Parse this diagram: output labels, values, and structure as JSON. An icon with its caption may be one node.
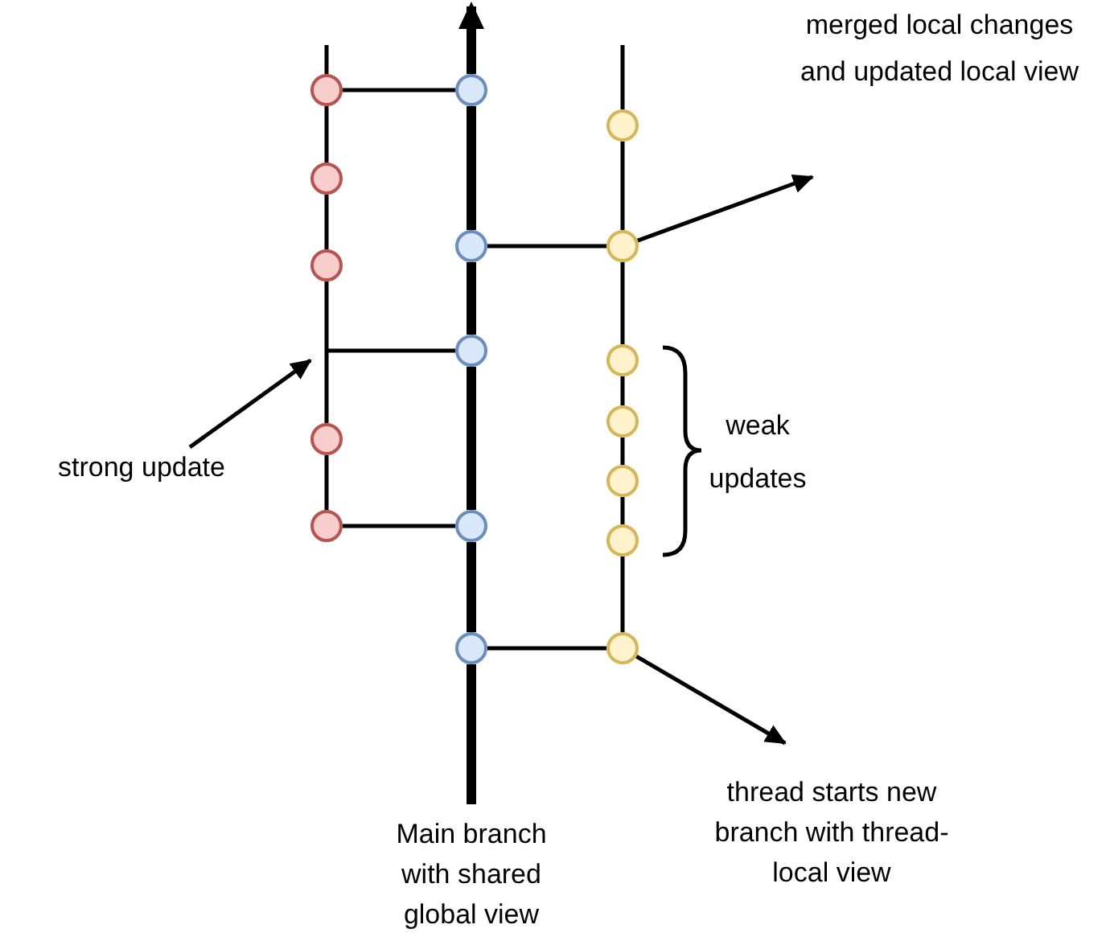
{
  "diagram": {
    "nodes": [
      {
        "text": [
          "merged local changes and updated local view"
        ]
      },
      {
        "text": [],
        "shape": "circle"
      },
      {
        "text": [],
        "shape": "circle"
      },
      {
        "text": [],
        "shape": "circle"
      },
      {
        "text": [],
        "shape": "circle"
      },
      {
        "text": [],
        "shape": "circle"
      },
      {
        "text": [],
        "shape": "circle"
      },
      {
        "text": [],
        "shape": "circle"
      },
      {
        "text": [],
        "shape": "circle"
      },
      {
        "text": [],
        "shape": "circle"
      },
      {
        "text": [],
        "shape": "circle"
      },
      {
        "text": [],
        "shape": "circle"
      },
      {
        "text": [],
        "shape": "circle"
      },
      {
        "text": [],
        "shape": "circle"
      },
      {
        "text": [],
        "shape": "circle"
      },
      {
        "text": [],
        "shape": "circle"
      },
      {
        "text": [],
        "shape": "circle"
      },
      {
        "text": [],
        "shape": "circle"
      },
      {
        "text": [
          "strong update"
        ]
      },
      {
        "text": [
          "thread starts new branch with thread-local view"
        ]
      },
      {
        "text": [
          "Main branch with shared global view"
        ]
      }
    ],
    "edges": [
      {
        "from": null,
        "to": 1,
        "arrow": "none"
      },
      {
        "from": 1,
        "to": 2,
        "arrow": "none"
      },
      {
        "from": 2,
        "to": 3,
        "arrow": "none"
      },
      {
        "from": 3,
        "to": 4,
        "arrow": "none"
      },
      {
        "from": 4,
        "to": 5,
        "arrow": "none"
      },
      {
        "from": 20,
        "to": 10,
        "arrow": "none",
        "style": "thick"
      },
      {
        "from": 10,
        "to": 9,
        "arrow": "none",
        "style": "thick"
      },
      {
        "from": 9,
        "to": 8,
        "arrow": "none",
        "style": "thick"
      },
      {
        "from": 8,
        "to": 7,
        "arrow": "none",
        "style": "thick"
      },
      {
        "from": 7,
        "to": 6,
        "arrow": "none",
        "style": "thick"
      },
      {
        "from": 6,
        "to": null,
        "arrow": "to",
        "style": "thick"
      },
      {
        "from": null,
        "to": 11,
        "arrow": "none"
      },
      {
        "from": 11,
        "to": 12,
        "arrow": "none"
      },
      {
        "from": 12,
        "to": 13,
        "arrow": "none"
      },
      {
        "from": 13,
        "to": 14,
        "arrow": "none"
      },
      {
        "from": 14,
        "to": 15,
        "arrow": "none"
      },
      {
        "from": 15,
        "to": 16,
        "arrow": "none"
      },
      {
        "from": 16,
        "to": 17,
        "arrow": "none"
      },
      {
        "from": 1,
        "to": 6,
        "arrow": "none"
      },
      {
        "from": 7,
        "to": 12,
        "arrow": "none"
      },
      {
        "from": null,
        "to": 8,
        "arrow": "none"
      },
      {
        "from": 5,
        "to": 9,
        "arrow": "none"
      },
      {
        "from": 10,
        "to": 17,
        "arrow": "none"
      },
      {
        "from": 18,
        "to": null,
        "arrow": "to"
      },
      {
        "from": 12,
        "to": 0,
        "arrow": "to"
      },
      {
        "from": 17,
        "to": 19,
        "arrow": "to"
      }
    ],
    "labels": [
      "weak updates"
    ]
  }
}
